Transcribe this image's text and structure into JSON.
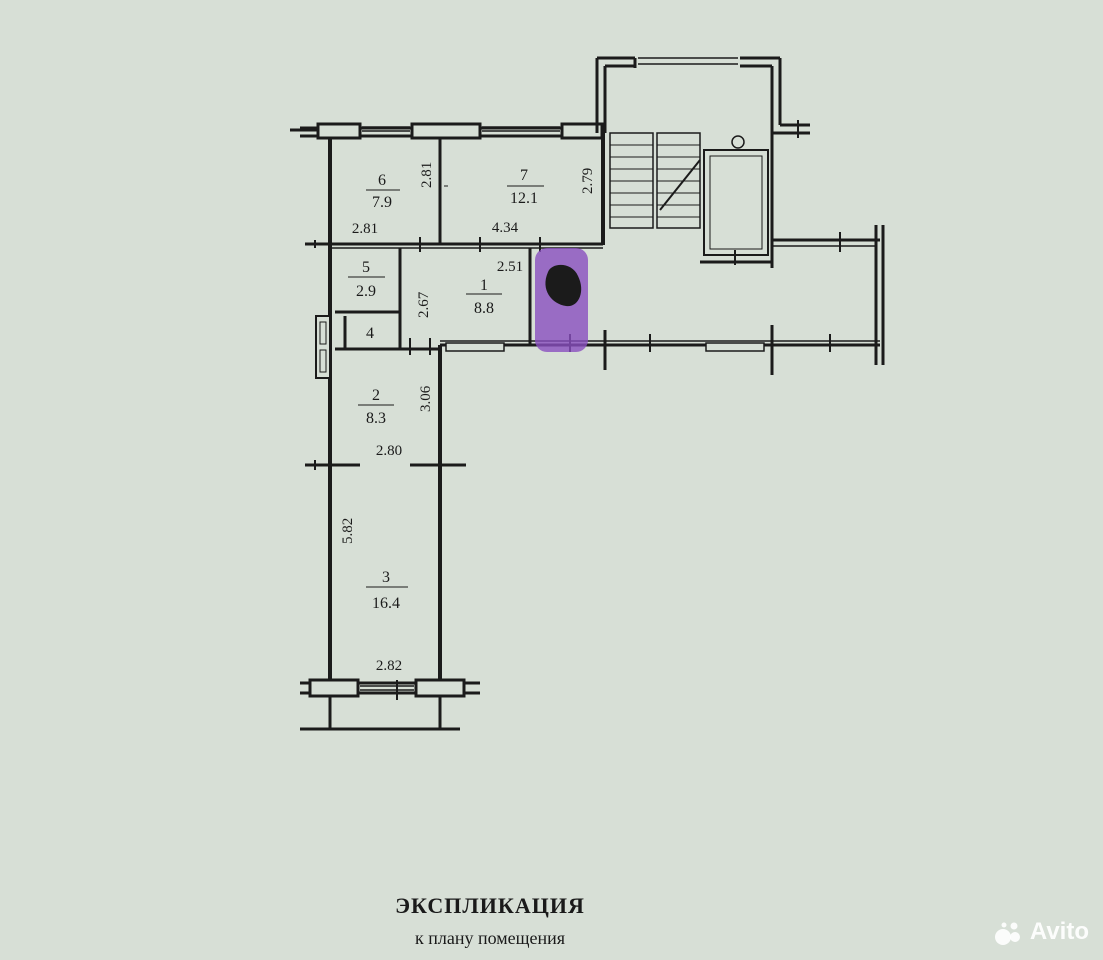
{
  "explication": {
    "title": "ЭКСПЛИКАЦИЯ",
    "subtitle": "к плану помещения"
  },
  "rooms": [
    {
      "number": "6",
      "area": "7.9"
    },
    {
      "number": "7",
      "area": "12.1"
    },
    {
      "number": "5",
      "area": "2.9"
    },
    {
      "number": "1",
      "area": "8.8"
    },
    {
      "number": "4",
      "area": ""
    },
    {
      "number": "2",
      "area": "8.3"
    },
    {
      "number": "3",
      "area": "16.4"
    }
  ],
  "dimensions": {
    "room6_height": "2.81",
    "room6_width": "2.81",
    "room7_height": "2.79",
    "room7_width": "4.34",
    "room1_width": "2.51",
    "room1_height": "2.67",
    "room2_height": "3.06",
    "room2_width": "2.80",
    "room3_height": "5.82",
    "room3_width": "2.82"
  },
  "watermark": {
    "text": "Avito"
  },
  "colors": {
    "wall": "#1b1b1b",
    "paper": "#d7dfd6",
    "redaction": "#8a4fbf"
  }
}
